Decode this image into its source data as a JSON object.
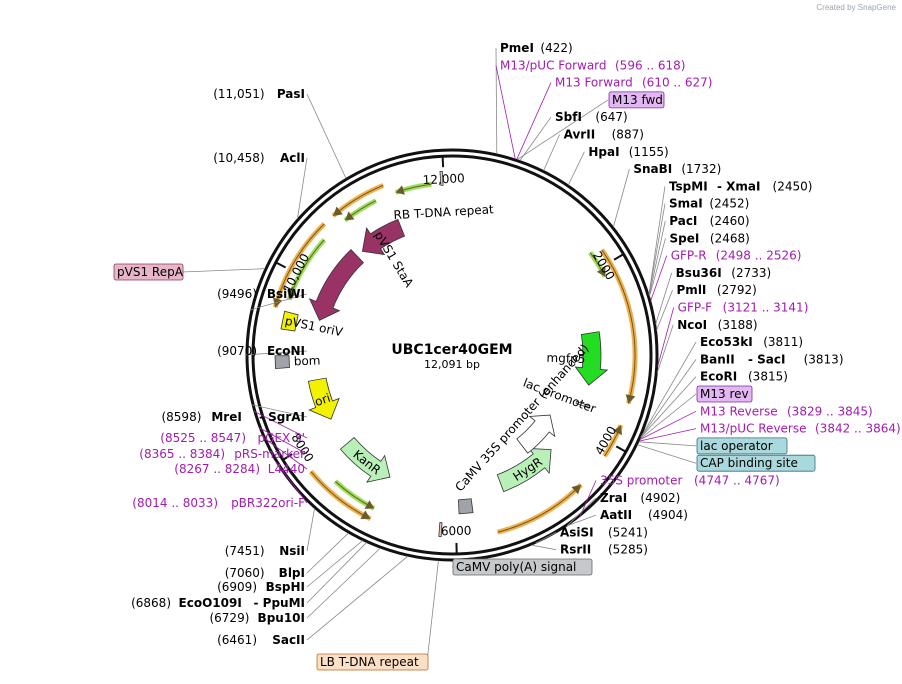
{
  "credit": "Created by SnapGene",
  "plasmid": {
    "name": "UBC1cer40GEM",
    "size_label": "12,091 bp",
    "length": 12091
  },
  "ticks": [
    {
      "bp": 2000,
      "label": "2000"
    },
    {
      "bp": 4000,
      "label": "4000"
    },
    {
      "bp": 6000,
      "label": "6000"
    },
    {
      "bp": 8000,
      "label": "8000"
    },
    {
      "bp": 10000,
      "label": "10,000"
    },
    {
      "bp": 12000,
      "label": "12,000"
    }
  ],
  "features": [
    {
      "name": "RB T-DNA repeat",
      "start": 11965,
      "end": 11990,
      "kind": "box",
      "color": "#e8c8b8"
    },
    {
      "name": "mgfp5",
      "start": 2720,
      "end": 3440,
      "kind": "arrow",
      "dir": 1,
      "color": "#22dd22"
    },
    {
      "name": "lac promoter",
      "start": 3706,
      "end": 3736,
      "kind": "box",
      "color": "#ffffff"
    },
    {
      "name": "HygR",
      "start": 4490,
      "end": 5350,
      "kind": "arrow",
      "dir": -1,
      "color": "#b8f0b8"
    },
    {
      "name": "CaMV 35S promoter (enhanced)",
      "start": 4080,
      "end": 4780,
      "kind": "arrow",
      "dir": -1,
      "color": "#ffffff"
    },
    {
      "name": "CaMV poly(A) signal",
      "start": 5790,
      "end": 5960,
      "kind": "box",
      "color": "#a0a4aa"
    },
    {
      "name": "LB T-DNA repeat",
      "start": 6160,
      "end": 6185,
      "kind": "box",
      "color": "#e8c8b8"
    },
    {
      "name": "KanR",
      "start": 6950,
      "end": 7720,
      "kind": "arrow",
      "dir": -1,
      "color": "#b8f0b8"
    },
    {
      "name": "ori",
      "start": 8130,
      "end": 8720,
      "kind": "arrow",
      "dir": -1,
      "color": "#f2f200"
    },
    {
      "name": "bom",
      "start": 8920,
      "end": 9060,
      "kind": "box",
      "color": "#a0a4aa"
    },
    {
      "name": "pVS1 oriV",
      "start": 9360,
      "end": 9560,
      "kind": "box",
      "color": "#f2f200"
    },
    {
      "name": "pVS1 RepA",
      "start": 9560,
      "end": 10620,
      "kind": "arrow",
      "dir": -1,
      "color": "#993366"
    },
    {
      "name": "pVS1 StaA",
      "start": 10720,
      "end": 11360,
      "kind": "arrow",
      "dir": -1,
      "color": "#993366"
    }
  ],
  "orfs": [
    {
      "start": 1845,
      "end": 3540,
      "dir": 1,
      "color": "#f2b04a"
    },
    {
      "start": 1795,
      "end": 2110,
      "dir": 1,
      "color": "#9be05a"
    },
    {
      "start": 3780,
      "end": 4150,
      "dir": -1,
      "color": "#f2b04a"
    },
    {
      "start": 4540,
      "end": 5560,
      "dir": -1,
      "color": "#f2b04a"
    },
    {
      "start": 6935,
      "end": 7740,
      "dir": -1,
      "color": "#f2b04a"
    },
    {
      "start": 6950,
      "end": 7480,
      "dir": -1,
      "color": "#9be05a"
    },
    {
      "start": 9575,
      "end": 10605,
      "dir": -1,
      "color": "#f2b04a"
    },
    {
      "start": 9700,
      "end": 10480,
      "dir": -1,
      "color": "#9be05a"
    },
    {
      "start": 10730,
      "end": 11350,
      "dir": -1,
      "color": "#f2b04a"
    },
    {
      "start": 10800,
      "end": 11210,
      "dir": -1,
      "color": "#9be05a"
    },
    {
      "start": 11450,
      "end": 11860,
      "dir": -1,
      "color": "#9be05a"
    }
  ],
  "annotations": [
    {
      "side": "R",
      "bp": 422,
      "parts": [
        {
          "t": "PmeI",
          "c": "enz"
        },
        {
          "t": "(422)",
          "c": "pos"
        }
      ]
    },
    {
      "side": "R",
      "bp": 600,
      "parts": [
        {
          "t": "M13/pUC Forward",
          "c": "prim"
        },
        {
          "t": "(596 .. 618)",
          "c": "prim"
        }
      ]
    },
    {
      "side": "R",
      "bp": 615,
      "parts": [
        {
          "t": "M13 Forward",
          "c": "prim"
        },
        {
          "t": "(610 .. 627)",
          "c": "prim"
        }
      ]
    },
    {
      "side": "R",
      "bp": 620,
      "box": {
        "fill": "#e3b8f2",
        "stroke": "#7d2a9c"
      },
      "parts": [
        {
          "t": "M13 fwd",
          "c": "enz"
        }
      ]
    },
    {
      "side": "R",
      "bp": 647,
      "parts": [
        {
          "t": "SbfI",
          "c": "enz"
        },
        {
          "t": "(647)",
          "c": "pos"
        }
      ]
    },
    {
      "side": "R",
      "bp": 887,
      "parts": [
        {
          "t": "AvrII",
          "c": "enz"
        },
        {
          "t": "(887)",
          "c": "pos"
        }
      ]
    },
    {
      "side": "R",
      "bp": 1155,
      "parts": [
        {
          "t": "HpaI",
          "c": "enz"
        },
        {
          "t": "(1155)",
          "c": "pos"
        }
      ]
    },
    {
      "side": "R",
      "bp": 1732,
      "parts": [
        {
          "t": "SnaBI",
          "c": "enz"
        },
        {
          "t": "(1732)",
          "c": "pos"
        }
      ]
    },
    {
      "side": "R",
      "bp": 2450,
      "parts": [
        {
          "t": "TspMI",
          "c": "enz"
        },
        {
          "t": "- XmaI",
          "c": "enz"
        },
        {
          "t": "(2450)",
          "c": "pos"
        }
      ]
    },
    {
      "side": "R",
      "bp": 2452,
      "parts": [
        {
          "t": "SmaI",
          "c": "enz"
        },
        {
          "t": "(2452)",
          "c": "pos"
        }
      ]
    },
    {
      "side": "R",
      "bp": 2460,
      "parts": [
        {
          "t": "PacI",
          "c": "enz"
        },
        {
          "t": "(2460)",
          "c": "pos"
        }
      ]
    },
    {
      "side": "R",
      "bp": 2468,
      "parts": [
        {
          "t": "SpeI",
          "c": "enz"
        },
        {
          "t": "(2468)",
          "c": "pos"
        }
      ]
    },
    {
      "side": "R",
      "bp": 2510,
      "parts": [
        {
          "t": "GFP-R",
          "c": "prim"
        },
        {
          "t": "(2498 .. 2526)",
          "c": "prim"
        }
      ]
    },
    {
      "side": "R",
      "bp": 2733,
      "parts": [
        {
          "t": "Bsu36I",
          "c": "enz"
        },
        {
          "t": "(2733)",
          "c": "pos"
        }
      ]
    },
    {
      "side": "R",
      "bp": 2792,
      "parts": [
        {
          "t": "PmlI",
          "c": "enz"
        },
        {
          "t": "(2792)",
          "c": "pos"
        }
      ]
    },
    {
      "side": "R",
      "bp": 3130,
      "parts": [
        {
          "t": "GFP-F",
          "c": "prim"
        },
        {
          "t": "(3121 .. 3141)",
          "c": "prim"
        }
      ]
    },
    {
      "side": "R",
      "bp": 3188,
      "parts": [
        {
          "t": "NcoI",
          "c": "enz"
        },
        {
          "t": "(3188)",
          "c": "pos"
        }
      ]
    },
    {
      "side": "R",
      "bp": 3811,
      "parts": [
        {
          "t": "Eco53kI",
          "c": "enz"
        },
        {
          "t": "(3811)",
          "c": "pos"
        }
      ]
    },
    {
      "side": "R",
      "bp": 3813,
      "parts": [
        {
          "t": "BanII",
          "c": "enz"
        },
        {
          "t": "- SacI",
          "c": "enz"
        },
        {
          "t": "(3813)",
          "c": "pos"
        }
      ]
    },
    {
      "side": "R",
      "bp": 3815,
      "parts": [
        {
          "t": "EcoRI",
          "c": "enz"
        },
        {
          "t": "(3815)",
          "c": "pos"
        }
      ]
    },
    {
      "side": "R",
      "bp": 3830,
      "box": {
        "fill": "#e3b8f2",
        "stroke": "#7d2a9c"
      },
      "parts": [
        {
          "t": "M13 rev",
          "c": "enz"
        }
      ]
    },
    {
      "side": "R",
      "bp": 3837,
      "parts": [
        {
          "t": "M13 Reverse",
          "c": "prim"
        },
        {
          "t": "(3829 .. 3845)",
          "c": "prim"
        }
      ]
    },
    {
      "side": "R",
      "bp": 3860,
      "box": {
        "fill": "#a9d8dd",
        "stroke": "#2f6f78"
      },
      "parts": [
        {
          "t": "lac operator",
          "c": "enz"
        }
      ]
    },
    {
      "side": "R",
      "bp": 3853,
      "parts": [
        {
          "t": "M13/pUC Reverse",
          "c": "prim"
        },
        {
          "t": "(3842 .. 3864)",
          "c": "prim"
        }
      ]
    },
    {
      "side": "R",
      "bp": 3890,
      "box": {
        "fill": "#a9d8dd",
        "stroke": "#2f6f78"
      },
      "parts": [
        {
          "t": "CAP binding site",
          "c": "enz"
        }
      ]
    },
    {
      "side": "R",
      "bp": 4757,
      "parts": [
        {
          "t": "35S promoter",
          "c": "prim"
        },
        {
          "t": "(4747 .. 4767)",
          "c": "prim"
        }
      ]
    },
    {
      "side": "R",
      "bp": 4902,
      "parts": [
        {
          "t": "ZraI",
          "c": "enz"
        },
        {
          "t": "(4902)",
          "c": "pos"
        }
      ]
    },
    {
      "side": "R",
      "bp": 4904,
      "parts": [
        {
          "t": "AatII",
          "c": "enz"
        },
        {
          "t": "(4904)",
          "c": "pos"
        }
      ]
    },
    {
      "side": "R",
      "bp": 5241,
      "parts": [
        {
          "t": "AsiSI",
          "c": "enz"
        },
        {
          "t": "(5241)",
          "c": "pos"
        }
      ]
    },
    {
      "side": "R",
      "bp": 5285,
      "parts": [
        {
          "t": "RsrII",
          "c": "enz"
        },
        {
          "t": "(5285)",
          "c": "pos"
        }
      ]
    },
    {
      "side": "R",
      "bp": 5875,
      "box": {
        "fill": "#c6c9cc",
        "stroke": "#666666"
      },
      "parts": [
        {
          "t": "CaMV poly(A) signal",
          "c": "enz"
        }
      ]
    },
    {
      "side": "L",
      "bp": 6172,
      "box": {
        "fill": "#fbe0c6",
        "stroke": "#b36b2a"
      },
      "parts": [
        {
          "t": "LB T-DNA repeat",
          "c": "enz"
        }
      ]
    },
    {
      "side": "L",
      "bp": 6461,
      "parts": [
        {
          "t": "(6461)",
          "c": "pos"
        },
        {
          "t": "SacII",
          "c": "enz"
        }
      ]
    },
    {
      "side": "L",
      "bp": 6729,
      "parts": [
        {
          "t": "(6729)",
          "c": "pos"
        },
        {
          "t": "Bpu10I",
          "c": "enz"
        }
      ]
    },
    {
      "side": "L",
      "bp": 6868,
      "parts": [
        {
          "t": "(6868)",
          "c": "pos"
        },
        {
          "t": "EcoO109I",
          "c": "enz"
        },
        {
          "t": "- PpuMI",
          "c": "enz"
        }
      ]
    },
    {
      "side": "L",
      "bp": 6909,
      "parts": [
        {
          "t": "(6909)",
          "c": "pos"
        },
        {
          "t": "BspHI",
          "c": "enz"
        }
      ]
    },
    {
      "side": "L",
      "bp": 7060,
      "parts": [
        {
          "t": "(7060)",
          "c": "pos"
        },
        {
          "t": "BlpI",
          "c": "enz"
        }
      ]
    },
    {
      "side": "L",
      "bp": 7451,
      "parts": [
        {
          "t": "(7451)",
          "c": "pos"
        },
        {
          "t": "NsiI",
          "c": "enz"
        }
      ]
    },
    {
      "side": "L",
      "bp": 8023,
      "parts": [
        {
          "t": "(8014 .. 8033)",
          "c": "prim"
        },
        {
          "t": "pBR322ori-F",
          "c": "prim"
        }
      ]
    },
    {
      "side": "L",
      "bp": 8275,
      "parts": [
        {
          "t": "(8267 .. 8284)",
          "c": "prim"
        },
        {
          "t": "L4440",
          "c": "prim"
        }
      ]
    },
    {
      "side": "L",
      "bp": 8374,
      "parts": [
        {
          "t": "(8365 .. 8384)",
          "c": "prim"
        },
        {
          "t": "pRS-marker",
          "c": "prim"
        }
      ]
    },
    {
      "side": "L",
      "bp": 8536,
      "parts": [
        {
          "t": "(8525 .. 8547)",
          "c": "prim"
        },
        {
          "t": "pGEX 3'",
          "c": "prim"
        }
      ]
    },
    {
      "side": "L",
      "bp": 8598,
      "parts": [
        {
          "t": "(8598)",
          "c": "pos"
        },
        {
          "t": "MreI",
          "c": "enz"
        },
        {
          "t": "- SgrAI",
          "c": "enz"
        }
      ]
    },
    {
      "side": "L",
      "bp": 9070,
      "parts": [
        {
          "t": "(9070)",
          "c": "pos"
        },
        {
          "t": "EcoNI",
          "c": "enz"
        }
      ]
    },
    {
      "side": "L",
      "bp": 9496,
      "parts": [
        {
          "t": "(9496)",
          "c": "pos"
        },
        {
          "t": "BsiWI",
          "c": "enz"
        }
      ]
    },
    {
      "side": "L",
      "bp": 9900,
      "box": {
        "fill": "#e7b6c9",
        "stroke": "#8e3a5c"
      },
      "parts": [
        {
          "t": "pVS1 RepA",
          "c": "enz"
        }
      ]
    },
    {
      "side": "L",
      "bp": 10458,
      "parts": [
        {
          "t": "(10,458)",
          "c": "pos"
        },
        {
          "t": "AclI",
          "c": "enz"
        }
      ]
    },
    {
      "side": "L",
      "bp": 11051,
      "parts": [
        {
          "t": "(11,051)",
          "c": "pos"
        },
        {
          "t": "PasI",
          "c": "enz"
        }
      ]
    }
  ]
}
